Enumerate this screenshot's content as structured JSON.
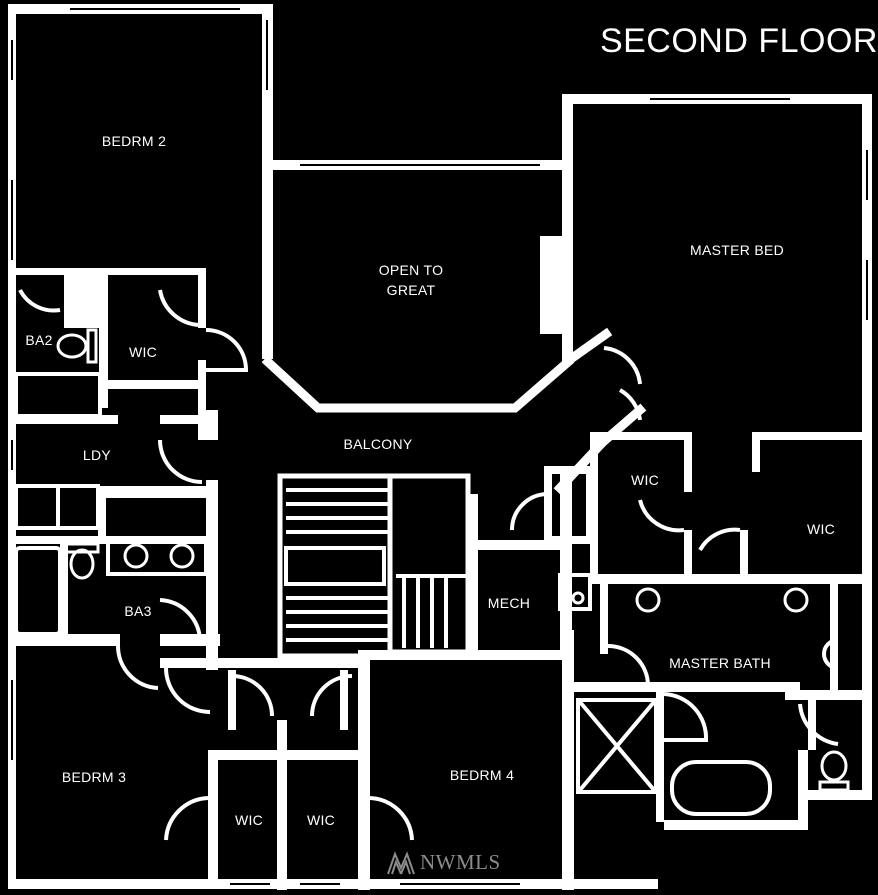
{
  "floor_title": "SECOND FLOOR",
  "rooms": {
    "bedroom_2": "BEDRM 2",
    "open_to_great": "OPEN TO\nGREAT",
    "master_bed": "MASTER BED",
    "bath_2": "BA2",
    "wic_ba2": "WIC",
    "balcony": "BALCONY",
    "laundry": "LDY",
    "wic_master_left": "WIC",
    "wic_master_right": "WIC",
    "bath_3": "BA3",
    "mech": "MECH",
    "master_bath": "MASTER BATH",
    "bedroom_3": "BEDRM 3",
    "bedroom_4": "BEDRM 4",
    "wic_bedrm3": "WIC",
    "wic_bedrm4": "WIC"
  },
  "watermark": "NWMLS",
  "colors": {
    "background": "#000000",
    "lines": "#ffffff"
  }
}
